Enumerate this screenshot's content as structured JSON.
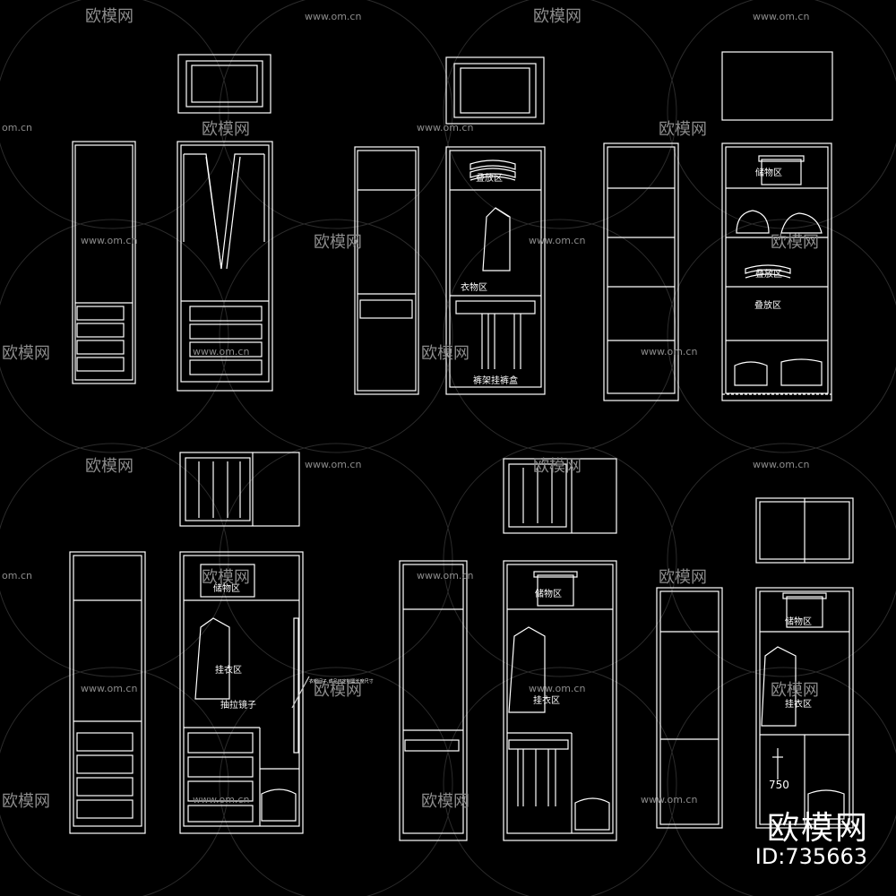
{
  "watermark": {
    "site": "www.om.cn",
    "site_short": "om.cn",
    "brand": "欧模网",
    "brand_big": "欧模网",
    "id_label": "ID:735663"
  },
  "labels": {
    "fold_area": "叠放区",
    "hang_area": "挂衣区",
    "hang_area_alt": "衣物区",
    "pants_rack": "裤架挂裤盒",
    "storage_area": "储物区",
    "pull_mirror": "抽拉镜子",
    "note_small": "衣帽间子,成品可定制需长度尺寸",
    "dim_750": "750"
  },
  "colors": {
    "background": "#000000",
    "line": "#ffffff",
    "dim_line": "#bfbfbf",
    "watermark": "#8c8c8c"
  }
}
